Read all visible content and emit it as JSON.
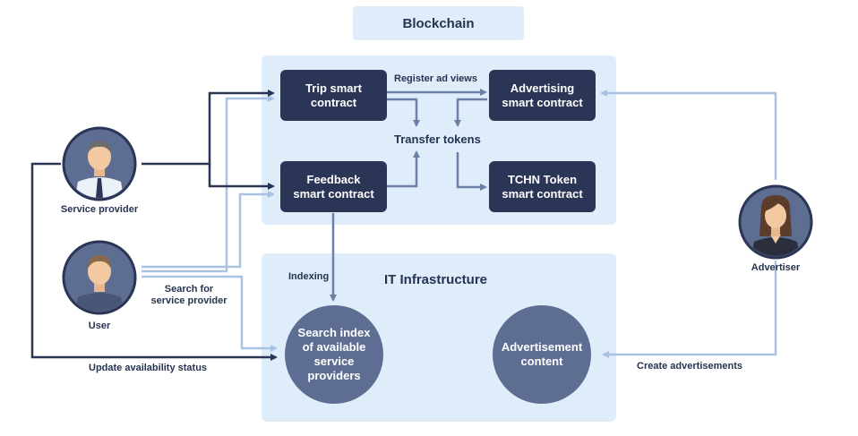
{
  "titles": {
    "blockchain": "Blockchain",
    "it_infrastructure": "IT Infrastructure"
  },
  "nodes": {
    "trip": "Trip smart\ncontract",
    "advertising": "Advertising\nsmart contract",
    "feedback": "Feedback\nsmart contract",
    "tchn": "TCHN Token\nsmart contract",
    "search_index": "Search index\nof available\nservice\nproviders",
    "ad_content": "Advertisement\ncontent"
  },
  "labels": {
    "transfer_tokens": "Transfer tokens",
    "register_ad_views": "Register ad views",
    "indexing": "Indexing",
    "search_for": "Search for\nservice provider",
    "update_availability": "Update availability status",
    "create_ads": "Create advertisements"
  },
  "actors": {
    "service_provider": "Service provider",
    "user": "User",
    "advertiser": "Advertiser"
  },
  "colors": {
    "dark_line": "#2b3555",
    "light_line": "#a9c2e1",
    "region": "#dfedfb",
    "node": "#2b3555",
    "circle": "#5e6e93"
  }
}
